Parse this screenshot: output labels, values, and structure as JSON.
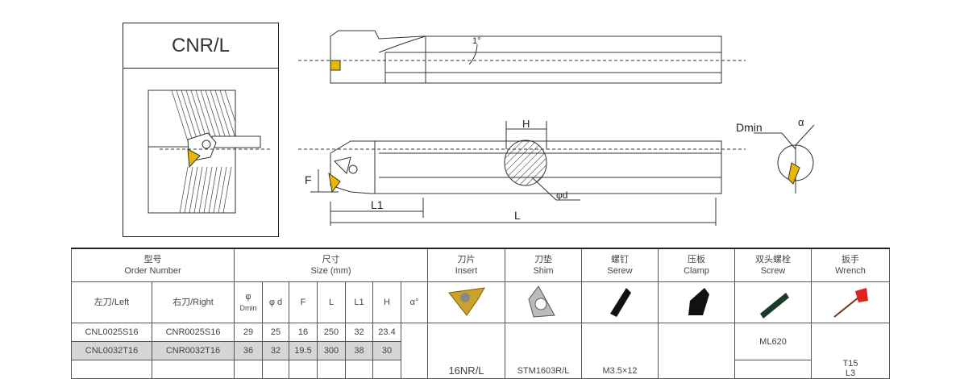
{
  "title": "CNR/L",
  "drawing_labels": {
    "angle": "1°",
    "H": "H",
    "Dmin": "Dmin",
    "alpha": "α",
    "F": "F",
    "L1": "L1",
    "L": "L",
    "phid": "φd"
  },
  "table": {
    "header": {
      "order_cn": "型号",
      "order_en": "Order Number",
      "size_cn": "尺寸",
      "size_en": "Size  (mm)",
      "insert_cn": "刀片",
      "insert_en": "Insert",
      "shim_cn": "刀垫",
      "shim_en": "Shim",
      "screw_cn": "螺钉",
      "screw_en": "Serew",
      "clamp_cn": "压板",
      "clamp_en": "Clamp",
      "dscrew_cn": "双头螺栓",
      "dscrew_en": "Screw",
      "wrench_cn": "扳手",
      "wrench_en": "Wrench"
    },
    "sub": {
      "left": "左刀/Left",
      "right": "右刀/Right",
      "phi": "φ",
      "dmin": "Dmin",
      "d": "φ d",
      "F": "F",
      "L": "L",
      "L1": "L1",
      "H": "H",
      "alpha": "α°"
    },
    "rows": [
      {
        "left": "CNL0025S16",
        "right": "CNR0025S16",
        "dmin": "29",
        "d": "25",
        "F": "16",
        "L": "250",
        "L1": "32",
        "H": "23.4"
      },
      {
        "left": "CNL0032T16",
        "right": "CNR0032T16",
        "dmin": "36",
        "d": "32",
        "F": "19.5",
        "L": "300",
        "L1": "38",
        "H": "30"
      }
    ],
    "parts": {
      "insert": "16NR/L",
      "shim": "STM1603R/L",
      "screw": "M3.5×12",
      "dscrew": "ML620",
      "wrench": "T15",
      "wrench2": "L3"
    }
  }
}
